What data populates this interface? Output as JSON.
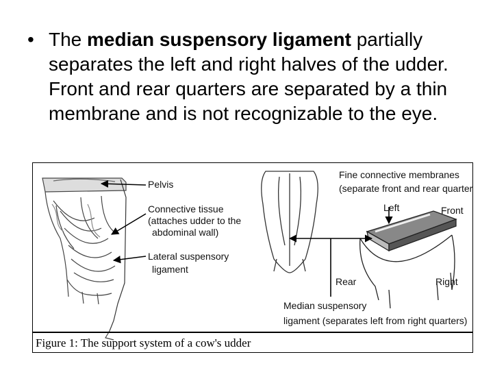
{
  "bullet": {
    "symbol": "•",
    "text_before": "The ",
    "bold_term": "median suspensory ligament",
    "text_after": " partially separates the left and right halves of the udder. Front and rear quarters are separated by a thin membrane and is not recognizable to the eye."
  },
  "figure": {
    "caption": "Figure 1:  The support system of a cow's udder",
    "labels": {
      "pelvis": "Pelvis",
      "connective_1": "Connective tissue",
      "connective_2": "(attaches udder to the",
      "connective_3": "abdominal wall)",
      "lateral_1": "Lateral suspensory",
      "lateral_2": "ligament",
      "fine_1": "Fine connective membranes",
      "fine_2": "(separate front and rear quarters)",
      "left": "Left",
      "front": "Front",
      "rear": "Rear",
      "right": "Right",
      "median_1": "Median suspensory",
      "median_2": "ligament (separates left from right quarters)"
    }
  }
}
